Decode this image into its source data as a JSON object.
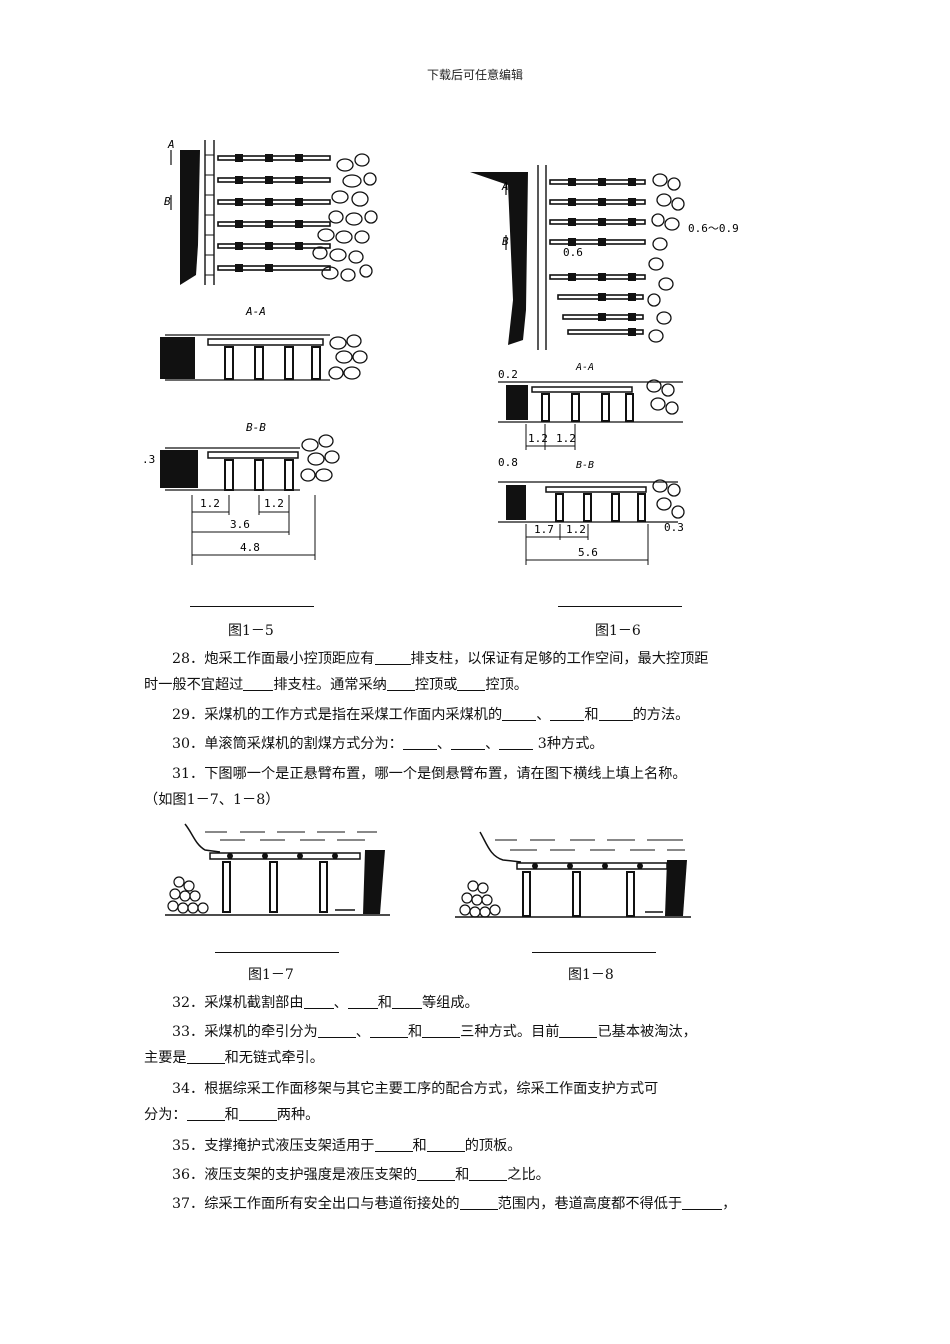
{
  "header": {
    "note": "下载后可任意编辑"
  },
  "figures": {
    "fig15": {
      "caption": "图1－5",
      "section_aa": "A-A",
      "section_bb": "B-B",
      "plan_a": "A",
      "plan_b": "B",
      "dim_03": ".3",
      "dim_12": "1.2",
      "dim_12b": "1.2",
      "dim_36": "3.6",
      "dim_48": "4.8"
    },
    "fig16": {
      "caption": "图1－6",
      "section_aa": "A-A",
      "section_bb": "B-B",
      "plan_a": "A",
      "plan_b": "B",
      "dim_0609": "0.6～0.9",
      "dim_06": "0.6",
      "dim_02": "0.2",
      "dim_12a": "1.2",
      "dim_12b": "1.2",
      "dim_08": "0.8",
      "dim_17": "1.7",
      "dim_12c": "1.2",
      "dim_03": "0.3",
      "dim_56": "5.6"
    },
    "fig17": {
      "caption": "图1－7"
    },
    "fig18": {
      "caption": "图1－8"
    }
  },
  "questions": {
    "q28_a": "28．炮采工作面最小控顶距应有",
    "q28_b": "排支柱，以保证有足够的工作空间，最大控顶距",
    "q28_c": "时一般不宜超过",
    "q28_d": "排支柱。通常采纳",
    "q28_e": "控顶或",
    "q28_f": "控顶。",
    "q29_a": "29．采煤机的工作方式是指在采煤工作面内采煤机的",
    "q29_b": "、",
    "q29_c": "和",
    "q29_d": "的方法。",
    "q30_a": "30．单滚筒采煤机的割煤方式分为：",
    "q30_b": "、",
    "q30_c": "、",
    "q30_d": " 3种方式。",
    "q31_a": "31．下图哪一个是正悬臂布置，哪一个是倒悬臂布置，请在图下横线上填上名称。",
    "q31_b": "（如图1－7、1－8）",
    "q32_a": "32．采煤机截割部由",
    "q32_b": "、",
    "q32_c": "和",
    "q32_d": "等组成。",
    "q33_a": "33．采煤机的牵引分为",
    "q33_b": "、",
    "q33_c": "和",
    "q33_d": "三种方式。目前",
    "q33_e": "已基本被淘汰，",
    "q33_f": "主要是",
    "q33_g": "和无链式牵引。",
    "q34_a": "34．根据综采工作面移架与其它主要工序的配合方式，综采工作面支护方式可",
    "q34_b": "分为：",
    "q34_c": "和",
    "q34_d": "两种。",
    "q35_a": "35．支撑掩护式液压支架适用于",
    "q35_b": "和",
    "q35_c": "的顶板。",
    "q36_a": "36．液压支架的支护强度是液压支架的",
    "q36_b": "和",
    "q36_c": "之比。",
    "q37_a": "37．综采工作面所有安全出口与巷道衔接处的",
    "q37_b": "范围内，巷道高度都不得低于",
    "q37_c": "，"
  }
}
